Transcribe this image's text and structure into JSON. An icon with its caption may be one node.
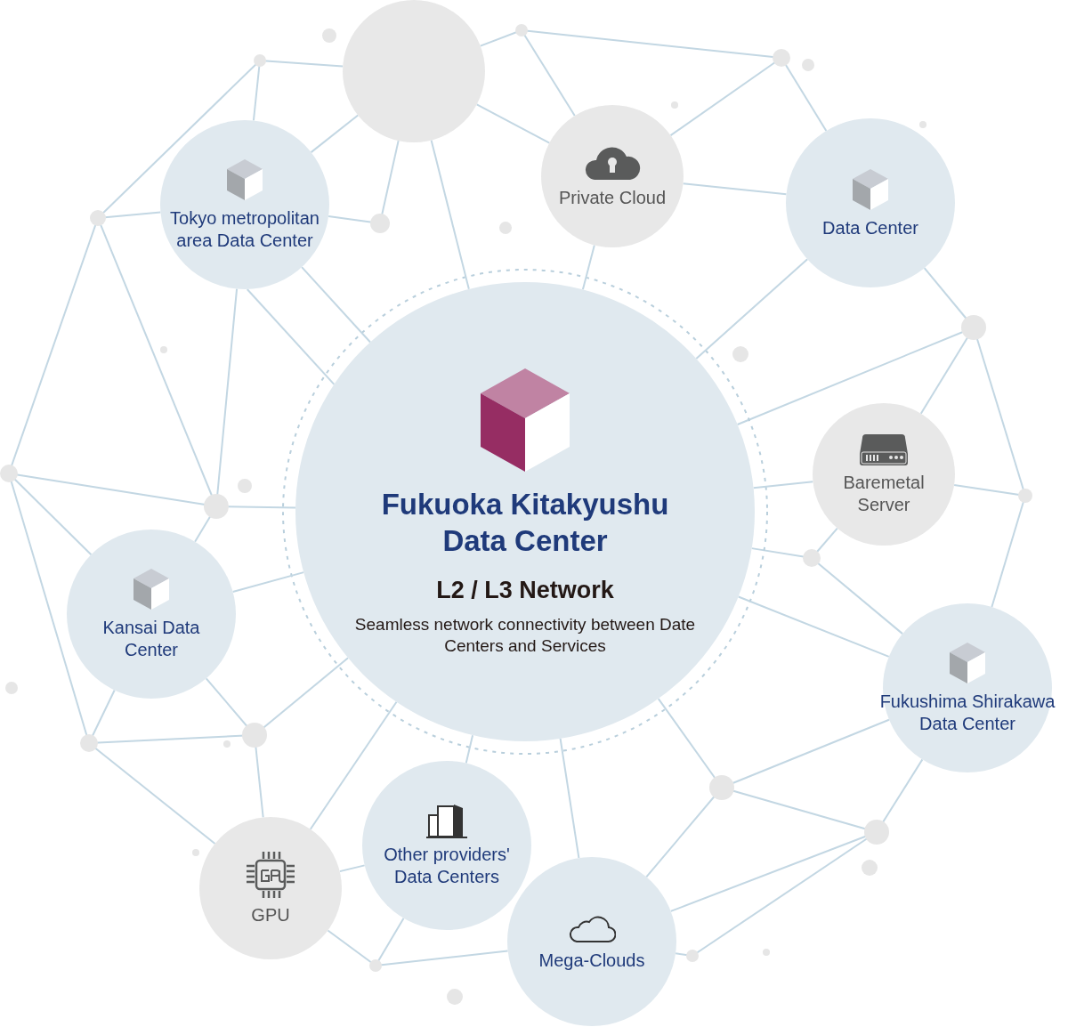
{
  "diagram": {
    "nodes": [
      {
        "text": [],
        "shape": "circle"
      },
      {
        "text": [
          "Private Cloud"
        ]
      },
      {
        "text": [
          "Tokyo metropolitan area Data Center"
        ]
      },
      {
        "text": [
          "Data Center"
        ]
      },
      {
        "text": [
          "Fukuoka Kitakyushu Data Center",
          "L2 / L3 Network",
          "Seamless network connectivity between Date Centers and Services"
        ]
      },
      {
        "text": [
          "Baremetal Server"
        ]
      },
      {
        "text": [
          "Kansai Data Center"
        ]
      },
      {
        "text": [
          "Fukushima Shirakawa Data Center"
        ]
      },
      {
        "text": [
          "Other providers' Data Centers"
        ]
      },
      {
        "text": [
          "GPU"
        ]
      },
      {
        "text": [
          "Mega-Clouds"
        ]
      }
    ],
    "edges": [
      {
        "from": 0,
        "to": 2,
        "arrow": "none"
      },
      {
        "from": 0,
        "to": 1,
        "arrow": "none"
      },
      {
        "from": 0,
        "to": 4,
        "arrow": "none"
      },
      {
        "from": 1,
        "to": 3,
        "arrow": "none"
      },
      {
        "from": 1,
        "to": 4,
        "arrow": "none"
      },
      {
        "from": 2,
        "to": 4,
        "arrow": "none"
      },
      {
        "from": 2,
        "to": 4,
        "arrow": "none"
      },
      {
        "from": 3,
        "to": 4,
        "arrow": "none"
      },
      {
        "from": 5,
        "to": 4,
        "arrow": "none"
      },
      {
        "from": 6,
        "to": 4,
        "arrow": "none"
      },
      {
        "from": 7,
        "to": 4,
        "arrow": "none"
      },
      {
        "from": 8,
        "to": 4,
        "arrow": "none"
      },
      {
        "from": 9,
        "to": 4,
        "arrow": "none"
      },
      {
        "from": 9,
        "to": 8,
        "arrow": "none"
      },
      {
        "from": 10,
        "to": 4,
        "arrow": "none"
      }
    ]
  }
}
